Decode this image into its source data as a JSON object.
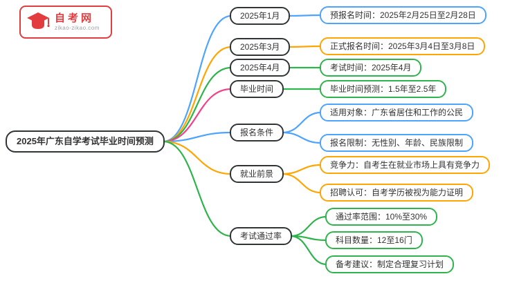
{
  "logo": {
    "name": "自考网",
    "domain": "zikao-zikao.com"
  },
  "colors": {
    "blue": "#4da3ff",
    "orange": "#ffa502",
    "green": "#2fb34c",
    "pink": "#f2408b",
    "dark": "#2f3437",
    "text": "#333333",
    "logoRed": "#e23c3f"
  },
  "root": {
    "label": "2025年广东自学考试毕业时间预测"
  },
  "branches": [
    {
      "label": "2025年1月",
      "color": "blue",
      "leaves": [
        "预报名时间：2025年2月25日至2月28日"
      ]
    },
    {
      "label": "2025年3月",
      "color": "orange",
      "leaves": [
        "正式报名时间：2025年3月4日至3月8日"
      ]
    },
    {
      "label": "2025年4月",
      "color": "green",
      "leaves": [
        "考试时间：2025年4月"
      ]
    },
    {
      "label": "毕业时间",
      "color": "pink",
      "leaves": [
        "毕业时间预测：1.5年至2.5年"
      ]
    },
    {
      "label": "报名条件",
      "color": "blue",
      "leaves": [
        "适用对象：广东省居住和工作的公民",
        "报名限制：无性别、年龄、民族限制"
      ]
    },
    {
      "label": "就业前景",
      "color": "orange",
      "leaves": [
        "竞争力：自考生在就业市场上具有竞争力",
        "招聘认可：自考学历被视为能力证明"
      ]
    },
    {
      "label": "考试通过率",
      "color": "green",
      "leaves": [
        "通过率范围：10%至30%",
        "科目数量：12至16门",
        "备考建议：制定合理复习计划"
      ]
    }
  ]
}
